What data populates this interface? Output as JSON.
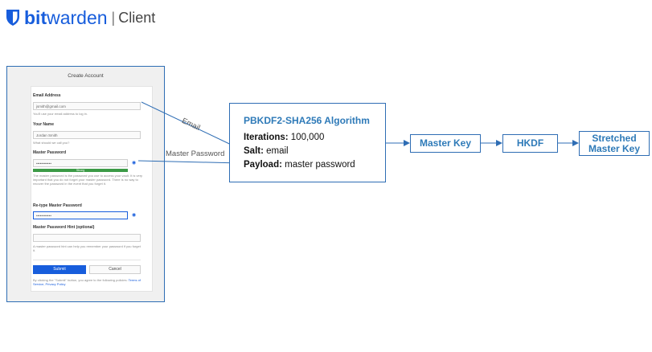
{
  "header": {
    "brand_bold": "bit",
    "brand_light": "warden",
    "separator": "|",
    "product": "Client",
    "logo_icon": "shield-icon",
    "brand_color": "#175ddc"
  },
  "form": {
    "title": "Create Account",
    "email_label": "Email Address",
    "email_value": "jsmith@gmail.com",
    "email_hint": "You'll use your email address to log in.",
    "name_label": "Your Name",
    "name_value": "Jordan Smith",
    "name_hint": "What should we call you?",
    "master_label": "Master Password",
    "master_value": "••••••••••••",
    "strength_label": "Strong",
    "master_hint": "The master password is the password you use to access your vault. It is very important that you do not forget your master password. There is no way to recover the password in the event that you forget it.",
    "retype_label": "Re-type Master Password",
    "retype_value": "••••••••••••",
    "hint_label": "Master Password Hint (optional)",
    "hint_value": "",
    "hint_hint": "A master password hint can help you remember your password if you forget it.",
    "submit_label": "Submit",
    "cancel_label": "Cancel",
    "policy_text": "By clicking the \"Submit\" button, you agree to the following policies: ",
    "policy_links": "Terms of Service, Privacy Policy",
    "eye_icon": "eye-icon"
  },
  "edges": {
    "email": "Email",
    "master_password": "Master Password"
  },
  "algorithm": {
    "title": "PBKDF2-SHA256 Algorithm",
    "iterations_key": "Iterations:",
    "iterations_value": " 100,000",
    "salt_key": "Salt:",
    "salt_value": " email",
    "payload_key": "Payload:",
    "payload_value": " master password"
  },
  "flow": {
    "master_key": "Master Key",
    "hkdf": "HKDF",
    "stretched_line1": "Stretched",
    "stretched_line2": "Master Key"
  },
  "colors": {
    "box_border": "#2e6db4",
    "box_text": "#2e7ab8",
    "arrow": "#2e6db4",
    "strength_bar": "#3c9a47",
    "submit_button": "#175ddc"
  }
}
